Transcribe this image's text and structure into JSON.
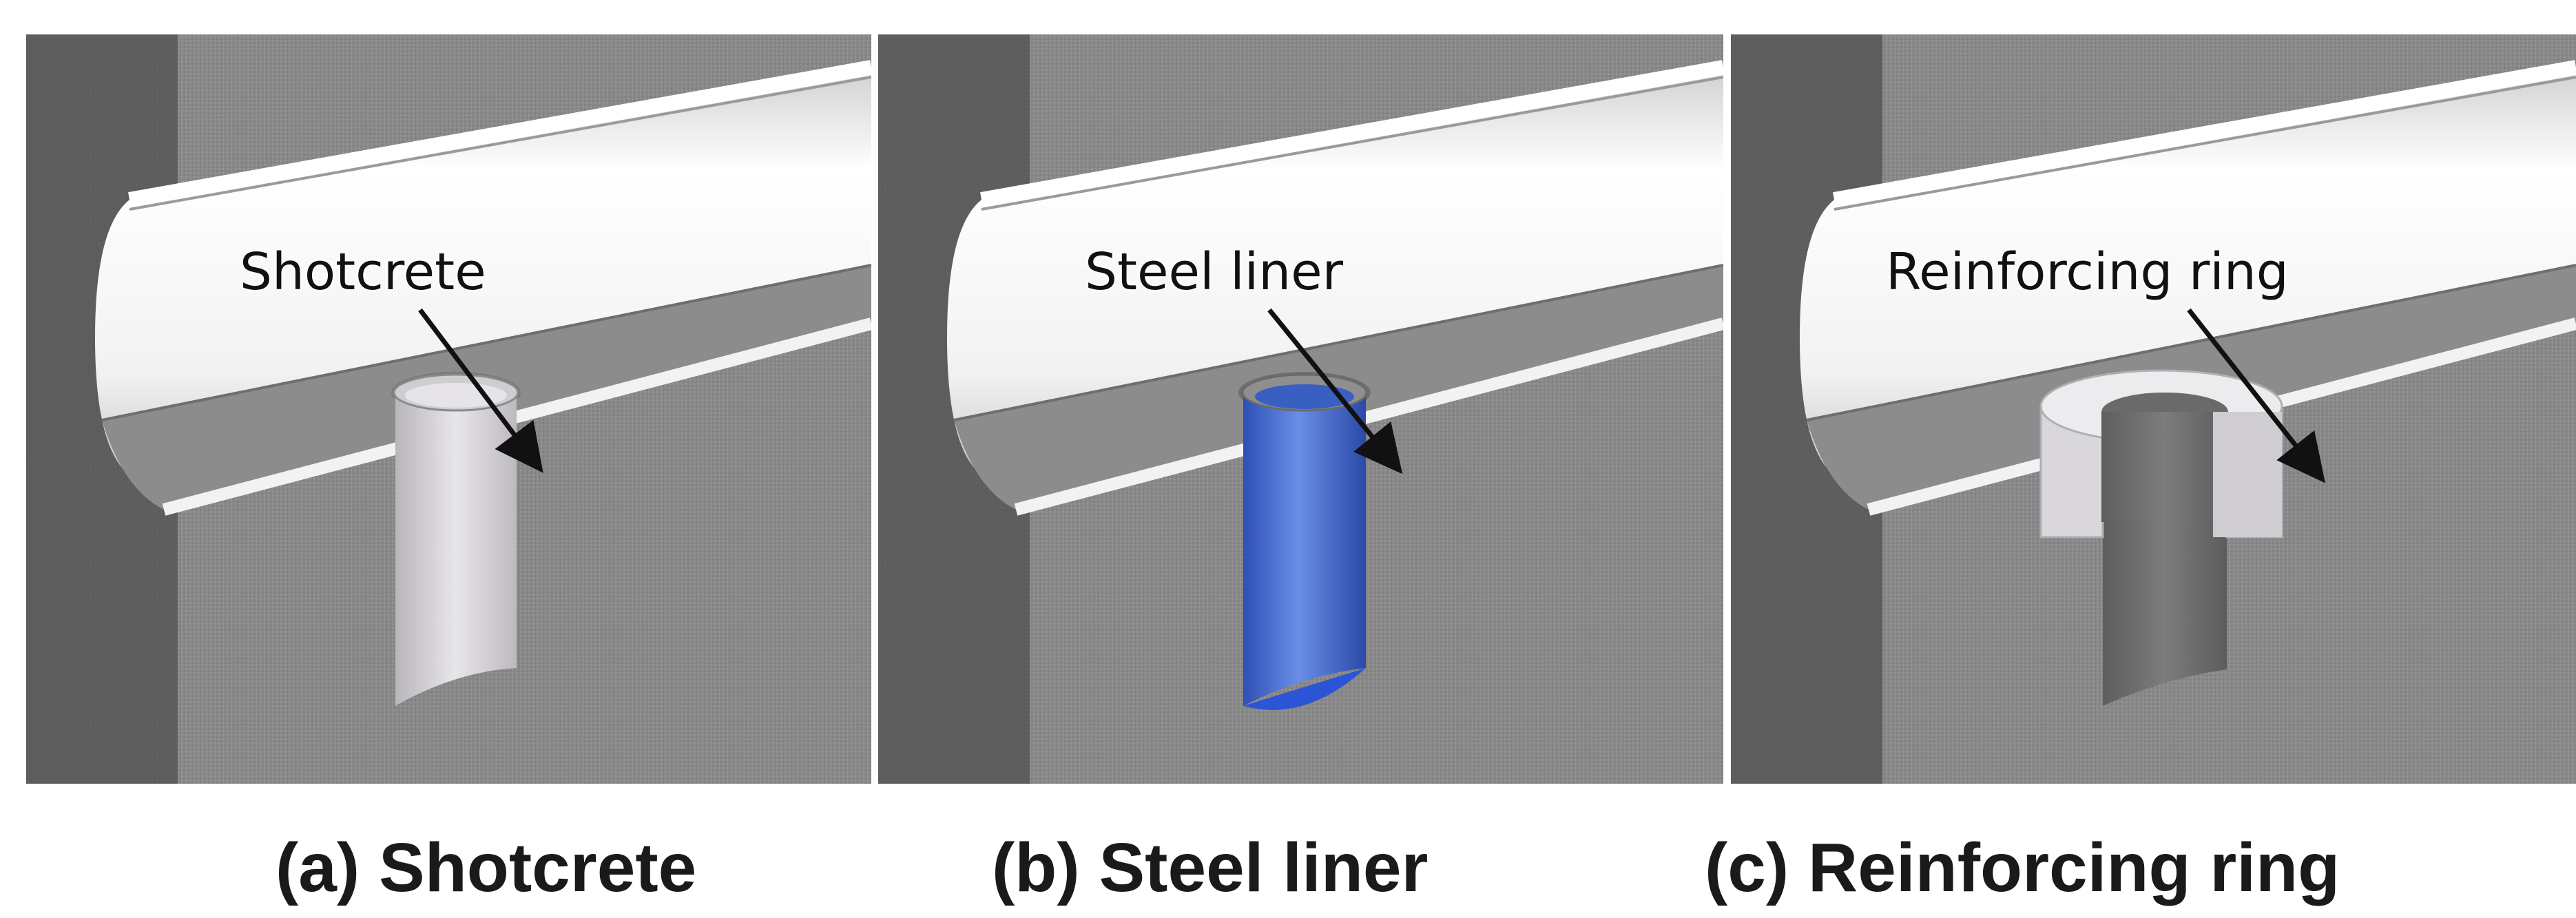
{
  "panels": [
    {
      "callout": "Shotcrete",
      "caption": "(a) Shotcrete",
      "liner_color": "#c9c6cc"
    },
    {
      "callout": "Steel liner",
      "caption": "(b) Steel liner",
      "liner_color": "#3f63c8"
    },
    {
      "callout": "Reinforcing ring",
      "caption": "(c) Reinforcing ring",
      "liner_color": "#d8d6da"
    }
  ],
  "colors": {
    "rock": "#8a8a8a",
    "rock_dark": "#505050",
    "tunnel_lining": "#f4f4f4"
  }
}
